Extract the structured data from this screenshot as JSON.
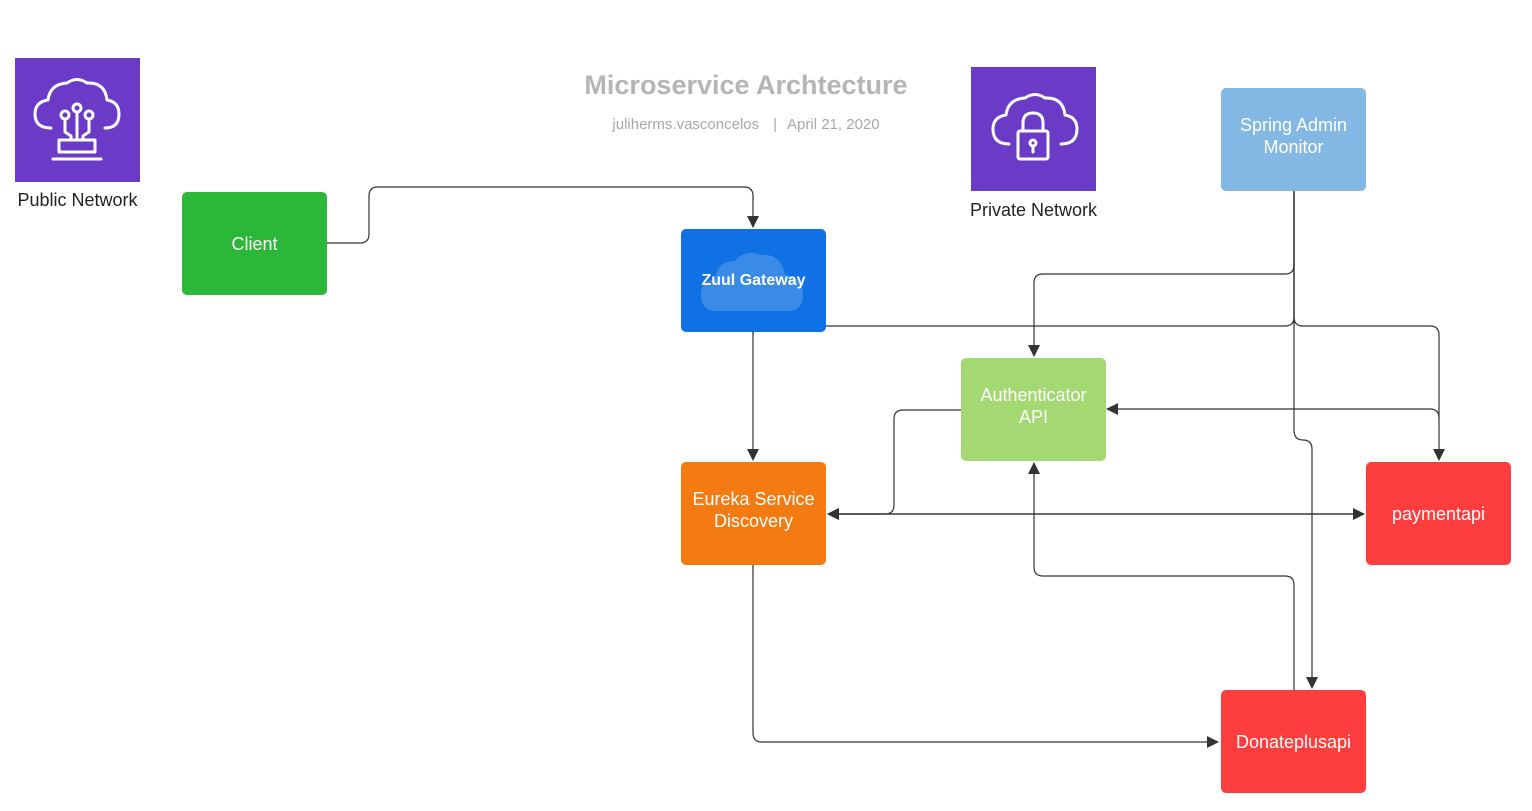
{
  "title": "Microservice Archtecture",
  "author": "juliherms.vasconcelos",
  "separator": "|",
  "date": "April 21, 2020",
  "colors": {
    "public_network_tile": "#6b3ac6",
    "private_network_tile": "#6b3ac6",
    "client": "#2db738",
    "zuul_gateway": "#1071e5",
    "spring_admin": "#84b8e4",
    "authenticator": "#a4d873",
    "eureka": "#f47a12",
    "payment": "#fe3e3e",
    "donateplus": "#fe3e3e",
    "connector": "#333333"
  },
  "icons": {
    "public_network": "cloud-network-icon",
    "private_network": "cloud-lock-icon"
  },
  "labels": {
    "public_network": "Public Network",
    "private_network": "Private Network"
  },
  "nodes": {
    "client": "Client",
    "zuul": "Zuul Gateway",
    "spring_admin": "Spring Admin Monitor",
    "authenticator": "Authenticator API",
    "eureka": "Eureka Service Discovery",
    "payment": "paymentapi",
    "donateplus": "Donateplusapi"
  }
}
